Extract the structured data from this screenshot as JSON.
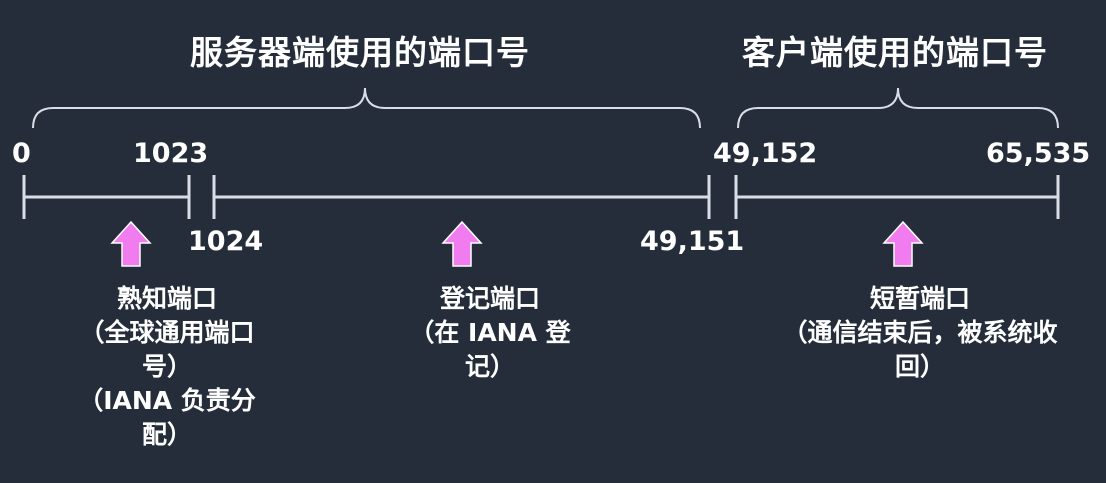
{
  "headers": {
    "server": "服务器端使用的端口号",
    "client": "客户端使用的端口号"
  },
  "ticks": {
    "t0": "0",
    "t1023": "1023",
    "t1024": "1024",
    "t49151": "49,151",
    "t49152": "49,152",
    "t65535": "65,535"
  },
  "ranges": {
    "well_known": {
      "title": "熟知端口",
      "lines": [
        "（全球通用端口",
        "号）",
        "（IANA 负责分",
        "配）"
      ]
    },
    "registered": {
      "title": "登记端口",
      "lines": [
        "（在 IANA 登",
        "记）"
      ]
    },
    "ephemeral": {
      "title": "短暂端口",
      "lines": [
        "（通信结束后，被系统收",
        "回）"
      ]
    }
  },
  "colors": {
    "background": "#252d3a",
    "line": "#d9dee6",
    "arrow_fill": "#f07cf0",
    "arrow_stroke": "#ffffff",
    "text": "#ffffff"
  }
}
